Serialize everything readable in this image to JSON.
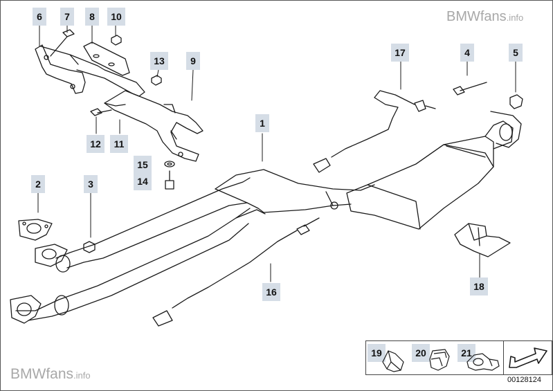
{
  "watermark": {
    "top_main": "BMWfans",
    "top_suffix": ".info",
    "bottom_main": "BMWfans",
    "bottom_suffix": ".info"
  },
  "diagram_id": "00128124",
  "callouts": {
    "p1": "1",
    "p2": "2",
    "p3": "3",
    "p4": "4",
    "p5": "5",
    "p6": "6",
    "p7": "7",
    "p8": "8",
    "p9": "9",
    "p10": "10",
    "p11": "11",
    "p12": "12",
    "p13": "13",
    "p14": "14",
    "p15": "15",
    "p16": "16",
    "p17": "17",
    "p18": "18",
    "p19": "19",
    "p20": "20",
    "p21": "21"
  },
  "icons": [
    "clip-icon",
    "hose-clamp-icon",
    "clamp-bracket-icon",
    "next-page-arrow-icon"
  ]
}
